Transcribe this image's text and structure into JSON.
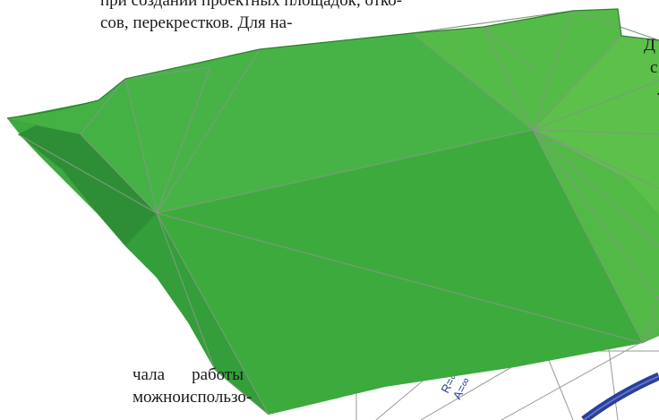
{
  "text_top_left": {
    "line1": "при создании проектных площадок, отко-",
    "line2": "сов, перекрестков. Для на-"
  },
  "text_top_right": {
    "line1": "Д",
    "line2": "с",
    "line3": "."
  },
  "text_bottom_left": {
    "line1_word1": "чала",
    "line1_word2": "работы",
    "line2_word1": "можно",
    "line2_word2": "использо-"
  },
  "drawing_labels": {
    "radius": "R=∞",
    "param": "A=∞"
  },
  "colors": {
    "surface_main": "#3daa3d",
    "surface_light": "#5cc04a",
    "surface_dark": "#2e8e36",
    "edge_lines": "#7e9a7e",
    "road_blue": "#2a3f9a",
    "drawing_lines": "#9a9a9a"
  }
}
